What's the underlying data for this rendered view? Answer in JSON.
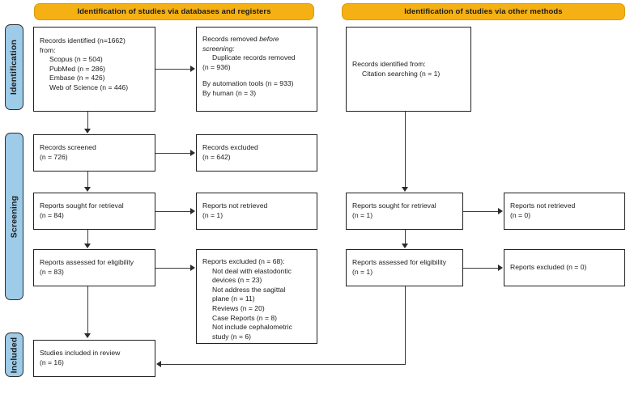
{
  "diagram": {
    "title": "PRISMA 2020 flow diagram",
    "colors": {
      "banner": "#f5b113",
      "stage_label": "#9dcbe8",
      "box_border": "#231f20",
      "connector": "#3b3b3b"
    }
  },
  "banners": [
    {
      "id": "databases",
      "label": "Identification of studies via databases and registers"
    },
    {
      "id": "other",
      "label": "Identification of studies via other methods"
    }
  ],
  "stages": [
    {
      "id": "identification",
      "label": "Identification"
    },
    {
      "id": "screening",
      "label": "Screening"
    },
    {
      "id": "included",
      "label": "Included"
    }
  ],
  "boxes": {
    "records_identified": {
      "lines": [
        {
          "text": "Records identified (n=1662)"
        },
        {
          "text": "from:"
        },
        {
          "text": "Scopus (n = 504)",
          "indent": true
        },
        {
          "text": "PubMed (n = 286)",
          "indent": true
        },
        {
          "text": "Embase (n = 426)",
          "indent": true
        },
        {
          "text": "Web of Science (n = 446)",
          "indent": true
        }
      ]
    },
    "records_removed": {
      "lines": [
        {
          "text": "Records removed "
        },
        {
          "text": "before",
          "italic": true,
          "inline_prev": true
        },
        {
          "text": "screening:",
          "italic": true
        },
        {
          "text": "Duplicate records removed",
          "indent": true
        },
        {
          "text": "(n = 936)"
        },
        {
          "spacer": true
        },
        {
          "text": "By automation tools (n = 933)"
        },
        {
          "text": "By human (n = 3)"
        }
      ]
    },
    "records_screened": {
      "lines": [
        {
          "text": "Records screened"
        },
        {
          "text": "(n = 726)"
        }
      ]
    },
    "records_excluded": {
      "lines": [
        {
          "text": "Records excluded"
        },
        {
          "text": "(n = 642)"
        }
      ]
    },
    "reports_sought": {
      "lines": [
        {
          "text": "Reports sought for retrieval"
        },
        {
          "text": "(n = 84)"
        }
      ]
    },
    "reports_not_retrieved": {
      "lines": [
        {
          "text": "Reports not retrieved"
        },
        {
          "text": "(n = 1)"
        }
      ]
    },
    "reports_assessed": {
      "lines": [
        {
          "text": "Reports assessed for eligibility"
        },
        {
          "text": "(n = 83)"
        }
      ]
    },
    "reports_excluded_detail": {
      "lines": [
        {
          "text": "Reports excluded (n = 68):"
        },
        {
          "text": "Not deal with elastodontic",
          "indent": true
        },
        {
          "text": "devices (n = 23)",
          "indent": true
        },
        {
          "text": "Not address the sagittal",
          "indent": true
        },
        {
          "text": "plane (n = 11)",
          "indent": true
        },
        {
          "text": "Reviews (n = 20)",
          "indent": true
        },
        {
          "text": "Case Reports (n = 8)",
          "indent": true
        },
        {
          "text": "Not include cephalometric",
          "indent": true
        },
        {
          "text": "study (n = 6)",
          "indent": true
        }
      ]
    },
    "studies_included": {
      "lines": [
        {
          "text": "Studies included in review"
        },
        {
          "text": "(n = 16)"
        }
      ]
    },
    "other_identified": {
      "lines": [
        {
          "text": "Records identified from:"
        },
        {
          "text": "Citation searching (n = 1)",
          "indent": true
        }
      ]
    },
    "other_reports_sought": {
      "lines": [
        {
          "text": "Reports sought for retrieval"
        },
        {
          "text": "(n = 1)"
        }
      ]
    },
    "other_reports_not_retrieved": {
      "lines": [
        {
          "text": "Reports not retrieved"
        },
        {
          "text": "(n = 0)"
        }
      ]
    },
    "other_reports_assessed": {
      "lines": [
        {
          "text": "Reports assessed for eligibility"
        },
        {
          "text": "(n = 1)"
        }
      ]
    },
    "other_reports_excluded": {
      "lines": [
        {
          "text": "Reports excluded (n = 0)"
        }
      ]
    }
  }
}
